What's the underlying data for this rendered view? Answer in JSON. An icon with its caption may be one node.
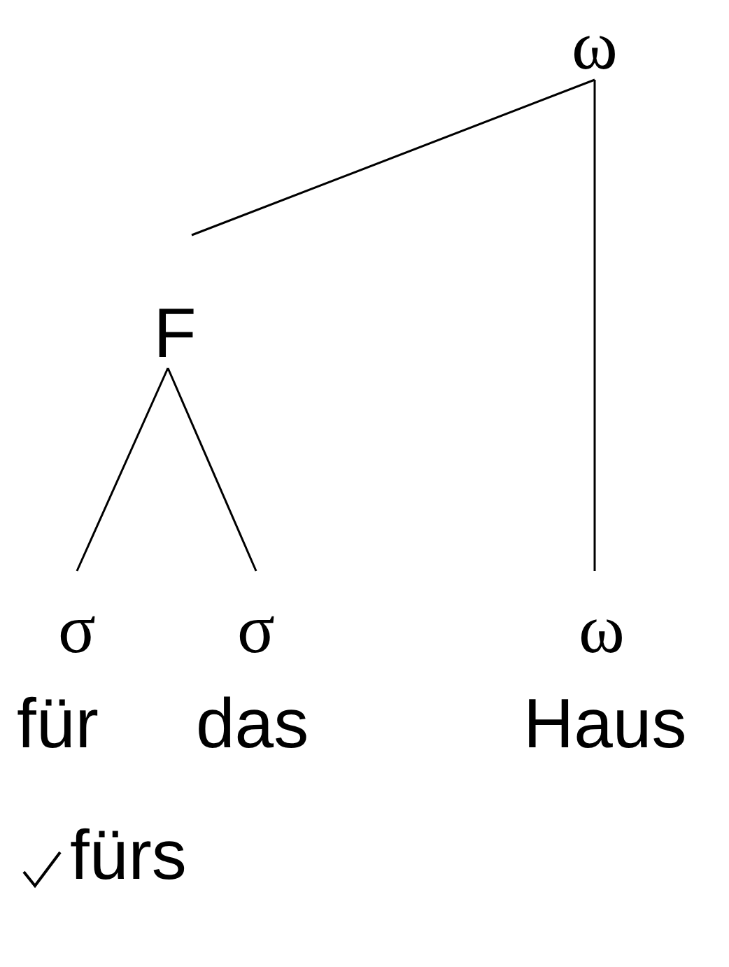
{
  "diagram": {
    "nodes": [
      {
        "text": [
          "ω"
        ]
      },
      {
        "text": [
          "F"
        ]
      },
      {
        "text": [
          "σ"
        ]
      },
      {
        "text": [
          "σ"
        ]
      },
      {
        "text": [
          "ω"
        ]
      }
    ],
    "edges": [
      {
        "from": 0,
        "to": 1,
        "arrow": "none"
      },
      {
        "from": 1,
        "to": 2,
        "arrow": "none"
      },
      {
        "from": 1,
        "to": 3,
        "arrow": "none"
      },
      {
        "from": 0,
        "to": 4,
        "arrow": "none"
      }
    ],
    "labels": [
      "für",
      "das",
      "Haus",
      "fürs"
    ]
  }
}
